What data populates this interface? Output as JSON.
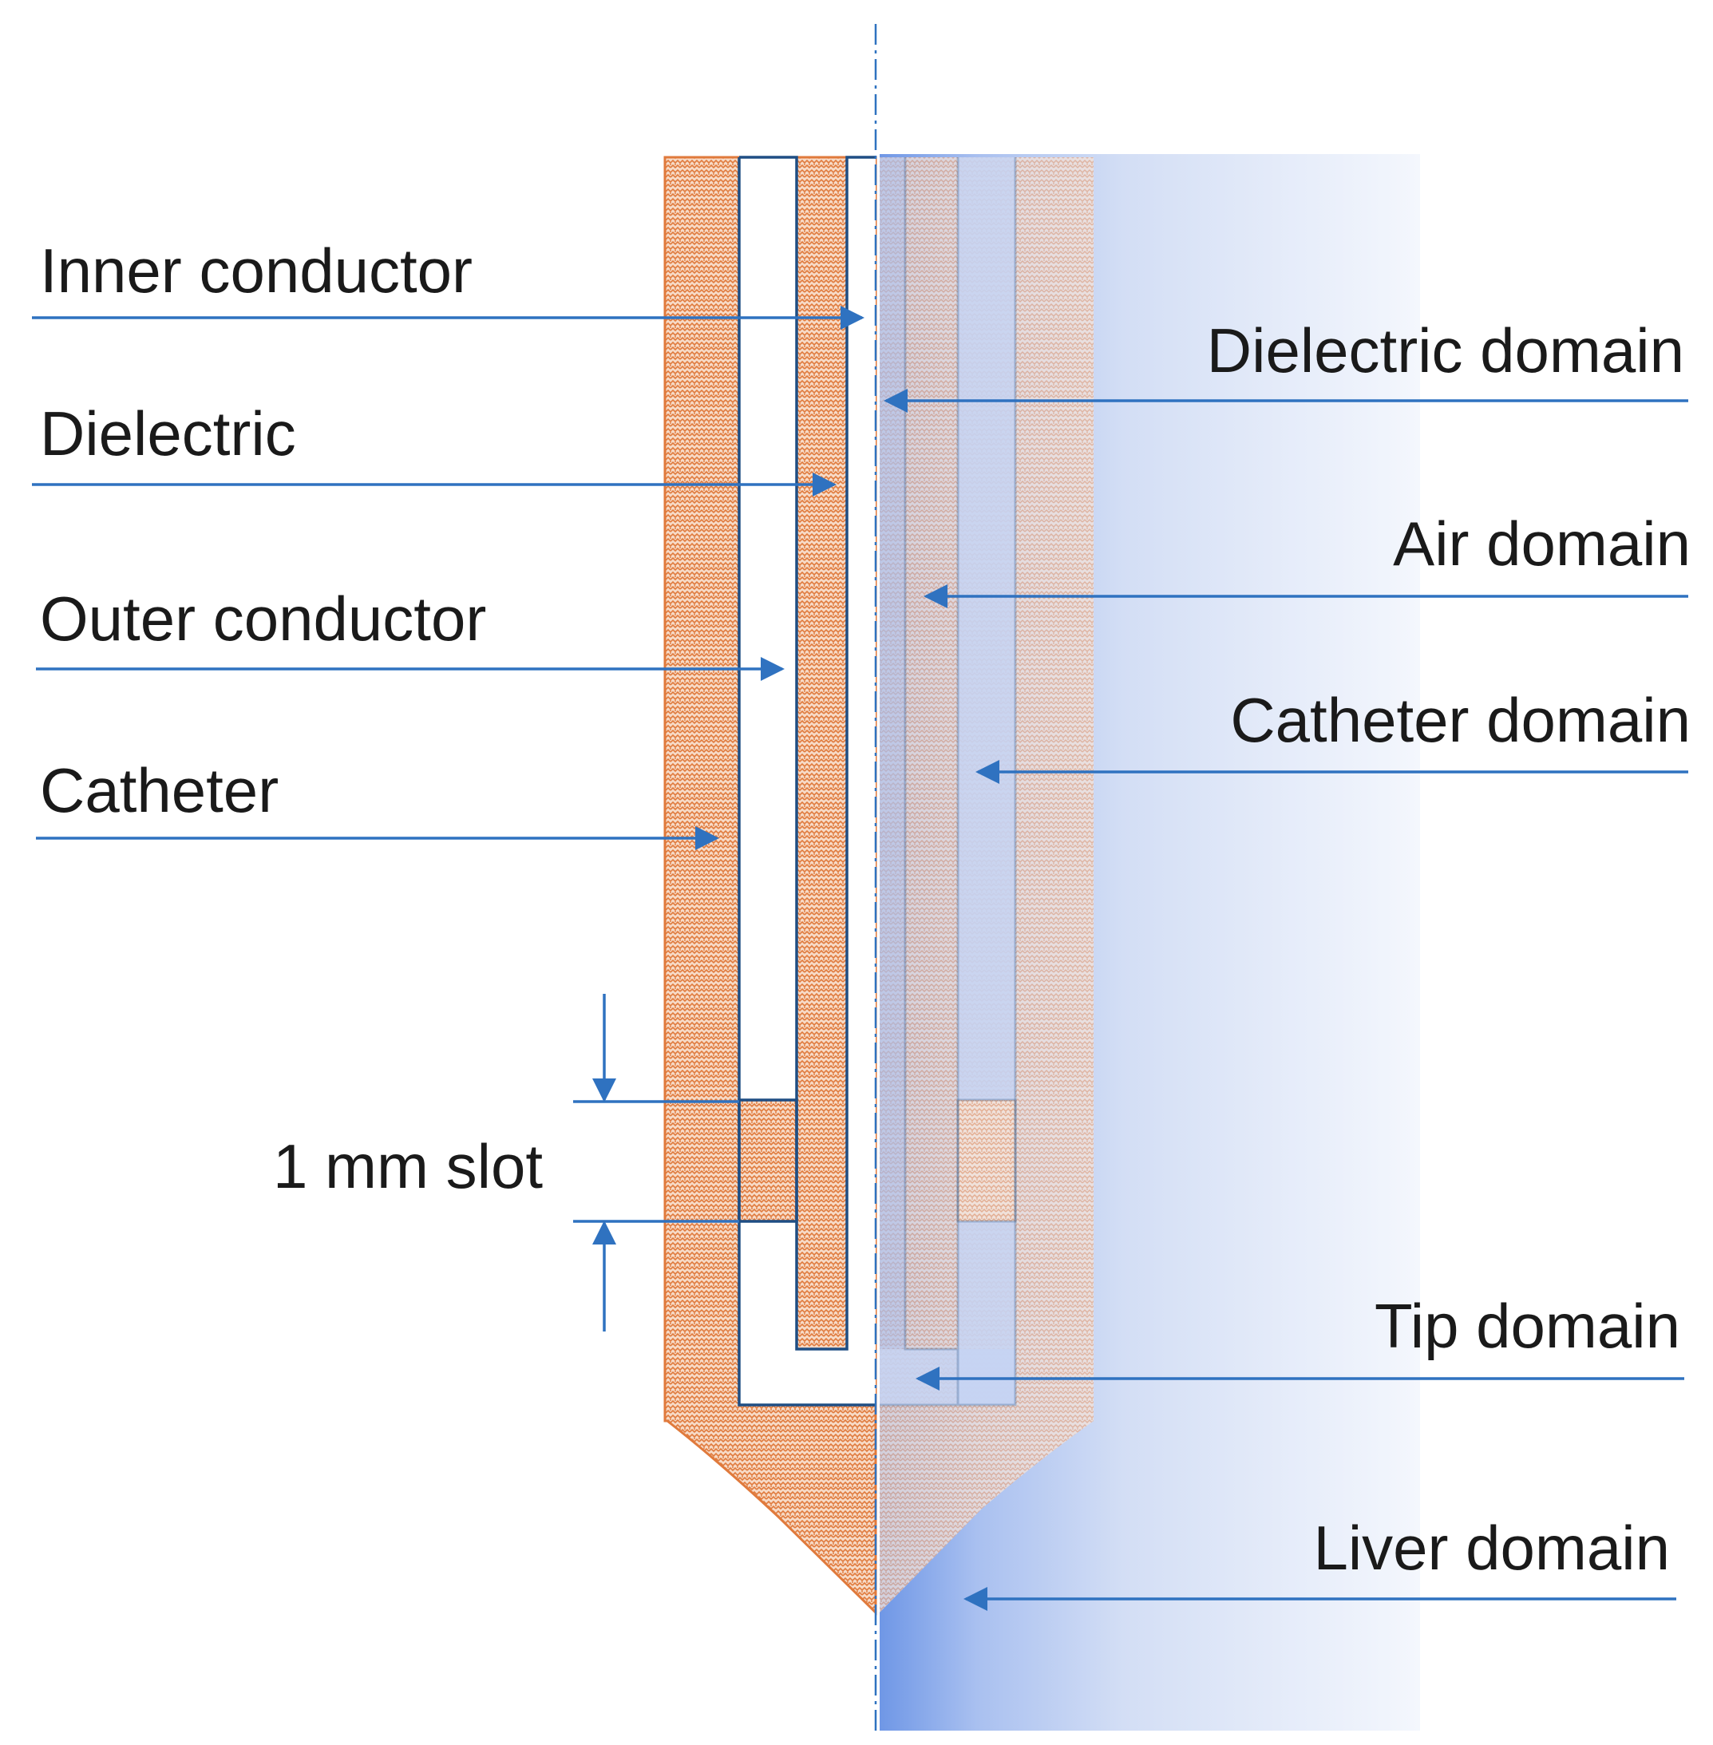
{
  "colors": {
    "catheter_orange": "#e07a3c",
    "leader_blue": "#2f72c0",
    "outline_navy": "#1f4e84",
    "domain_blue": "#6f97e6",
    "domain_blue_light": "#dfe8f8"
  },
  "labels_left": {
    "inner_conductor": "Inner conductor",
    "dielectric": "Dielectric",
    "outer_conductor": "Outer conductor",
    "catheter": "Catheter",
    "slot": "1 mm slot"
  },
  "labels_right": {
    "dielectric_domain": "Dielectric domain",
    "air_domain": "Air domain",
    "catheter_domain": "Catheter domain",
    "tip_domain": "Tip domain",
    "liver_domain": "Liver domain"
  }
}
